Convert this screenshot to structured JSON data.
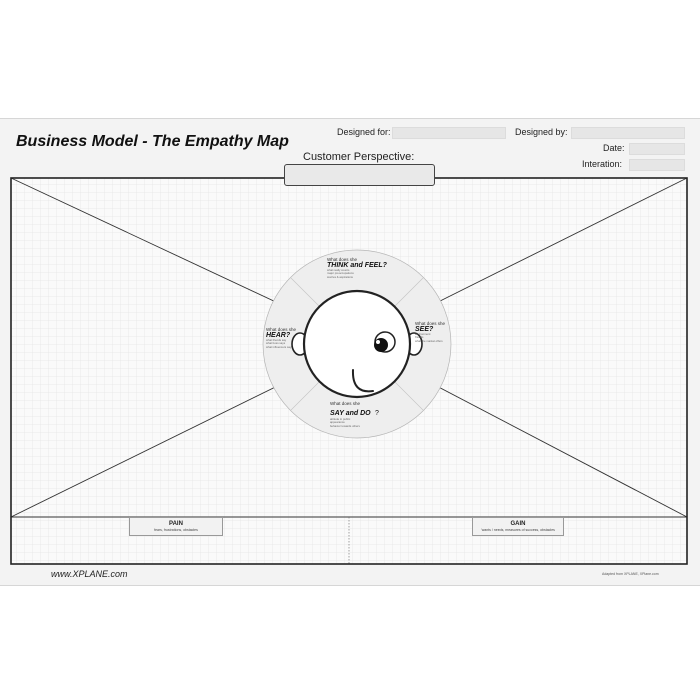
{
  "header": {
    "title": "Business Model - The Empathy Map",
    "designed_for_label": "Designed for:",
    "designed_by_label": "Designed by:",
    "date_label": "Date:",
    "iteration_label": "Interation:",
    "designed_for_value": "",
    "designed_by_value": "",
    "date_value": "",
    "iteration_value": ""
  },
  "perspective": {
    "label": "Customer Perspective:",
    "value": ""
  },
  "quadrants": {
    "think": {
      "question": "What does she",
      "title": "THINK and FEEL?",
      "notes": [
        "what really counts",
        "major preoccupations",
        "worries & aspirations"
      ]
    },
    "see": {
      "question": "What does she",
      "title": "SEE?",
      "notes": [
        "environment",
        "friends",
        "what the market offers"
      ]
    },
    "hear": {
      "question": "What does she",
      "title": "HEAR?",
      "notes": [
        "what friends say",
        "what boss says",
        "what influencers say"
      ]
    },
    "say": {
      "question": "What does she",
      "title": "SAY and DO",
      "title_suffix": "?",
      "notes": [
        "attitude in public",
        "appearance",
        "behavior towards others"
      ]
    }
  },
  "pain": {
    "title": "PAIN",
    "subtitle": "fears, frustrations, obstacles"
  },
  "gain": {
    "title": "GAIN",
    "subtitle": "'wants / needs, measures of success, obstacles"
  },
  "footer": {
    "url": "www.XPLANE.com",
    "credit": "Adapted from XPLANE, XPlane.com"
  },
  "colors": {
    "sheet_bg": "#f3f3f3",
    "grid": "#dcdcdc",
    "outline": "#222222"
  }
}
